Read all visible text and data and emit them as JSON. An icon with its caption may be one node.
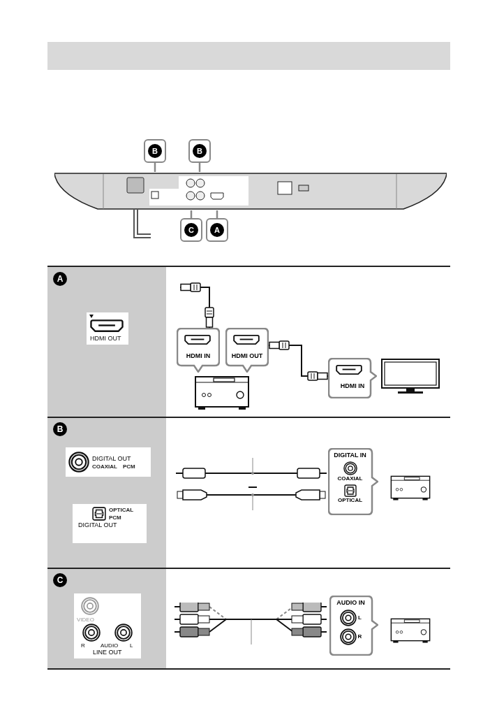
{
  "diagram": {
    "nodes": [
      {
        "text": [],
        "shape": "picture"
      },
      {
        "text": [
          "B"
        ]
      },
      {
        "text": [
          "B"
        ]
      },
      {
        "text": [
          "C"
        ]
      },
      {
        "text": [
          "A"
        ]
      },
      {
        "text": [
          "A"
        ]
      },
      {
        "text": [
          "HDMI OUT"
        ]
      },
      {
        "text": [
          "HDMI IN"
        ]
      },
      {
        "text": [
          "HDMI OUT"
        ]
      },
      {
        "text": [],
        "shape": "picture"
      },
      {
        "text": [
          "HDMI IN"
        ]
      },
      {
        "text": [],
        "shape": "picture"
      },
      {
        "text": [
          "B"
        ]
      },
      {
        "text": [
          "DIGITAL OUT",
          "COAXIAL",
          "PCM"
        ]
      },
      {
        "text": [
          "OPTICAL",
          "PCM",
          "DIGITAL OUT"
        ]
      },
      {
        "text": [
          "DIGITAL IN",
          "COAXIAL",
          "OPTICAL"
        ]
      },
      {
        "text": [],
        "shape": "picture"
      },
      {
        "text": [
          "C"
        ]
      },
      {
        "text": [
          "VIDEO",
          "R",
          "AUDIO",
          "L",
          "LINE OUT"
        ]
      },
      {
        "text": [
          "AUDIO IN",
          "L",
          "R"
        ]
      },
      {
        "text": [],
        "shape": "picture"
      }
    ],
    "edges": [
      {
        "from": 1,
        "to": 0,
        "arrow": "none"
      },
      {
        "from": 2,
        "to": 0,
        "arrow": "none"
      },
      {
        "from": 3,
        "to": 0,
        "arrow": "none"
      },
      {
        "from": 4,
        "to": 0,
        "arrow": "none"
      },
      {
        "from": null,
        "to": 7,
        "arrow": "other",
        "color": "#111111"
      },
      {
        "from": 8,
        "to": 10,
        "arrow": "other",
        "color": "#111111"
      }
    ]
  }
}
